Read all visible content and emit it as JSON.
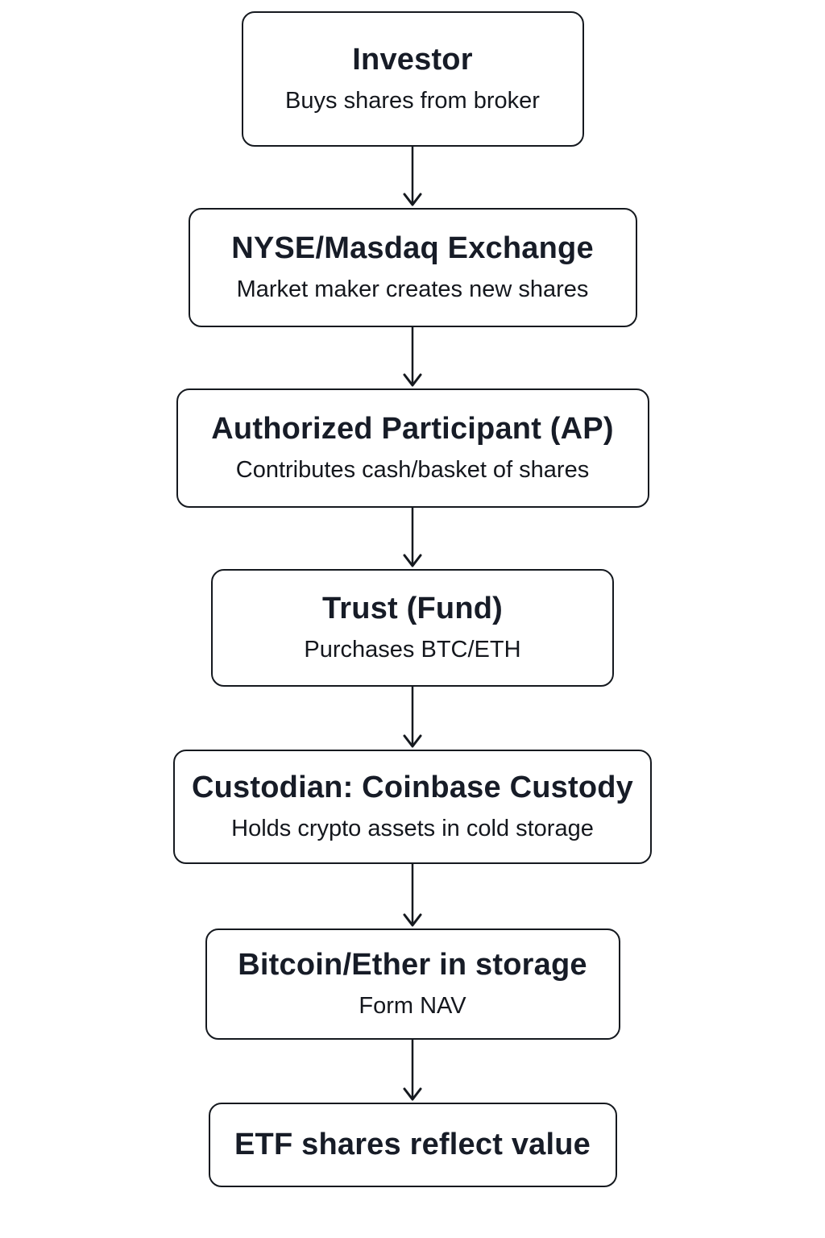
{
  "diagram": {
    "type": "flowchart",
    "direction": "top-down",
    "colors": {
      "background": "#ffffff",
      "node_fill": "#ffffff",
      "node_border": "#15191f",
      "title_text": "#171c27",
      "subtitle_text": "#14171d",
      "arrow": "#15191f"
    },
    "nodes": [
      {
        "title": "Investor",
        "subtitle": "Buys shares from broker"
      },
      {
        "title": "NYSE/Masdaq Exchange",
        "subtitle": "Market maker creates new shares"
      },
      {
        "title": "Authorized Participant (AP)",
        "subtitle": "Contributes cash/basket of shares"
      },
      {
        "title": "Trust (Fund)",
        "subtitle": "Purchases BTC/ETH"
      },
      {
        "title": "Custodian: Coinbase Custody",
        "subtitle": "Holds crypto assets in cold storage"
      },
      {
        "title": "Bitcoin/Ether in storage",
        "subtitle": "Form NAV"
      },
      {
        "title": "ETF shares reflect value",
        "subtitle": ""
      }
    ],
    "edges": [
      {
        "from": 0,
        "to": 1
      },
      {
        "from": 1,
        "to": 2
      },
      {
        "from": 2,
        "to": 3
      },
      {
        "from": 3,
        "to": 4
      },
      {
        "from": 4,
        "to": 5
      },
      {
        "from": 5,
        "to": 6
      }
    ]
  }
}
